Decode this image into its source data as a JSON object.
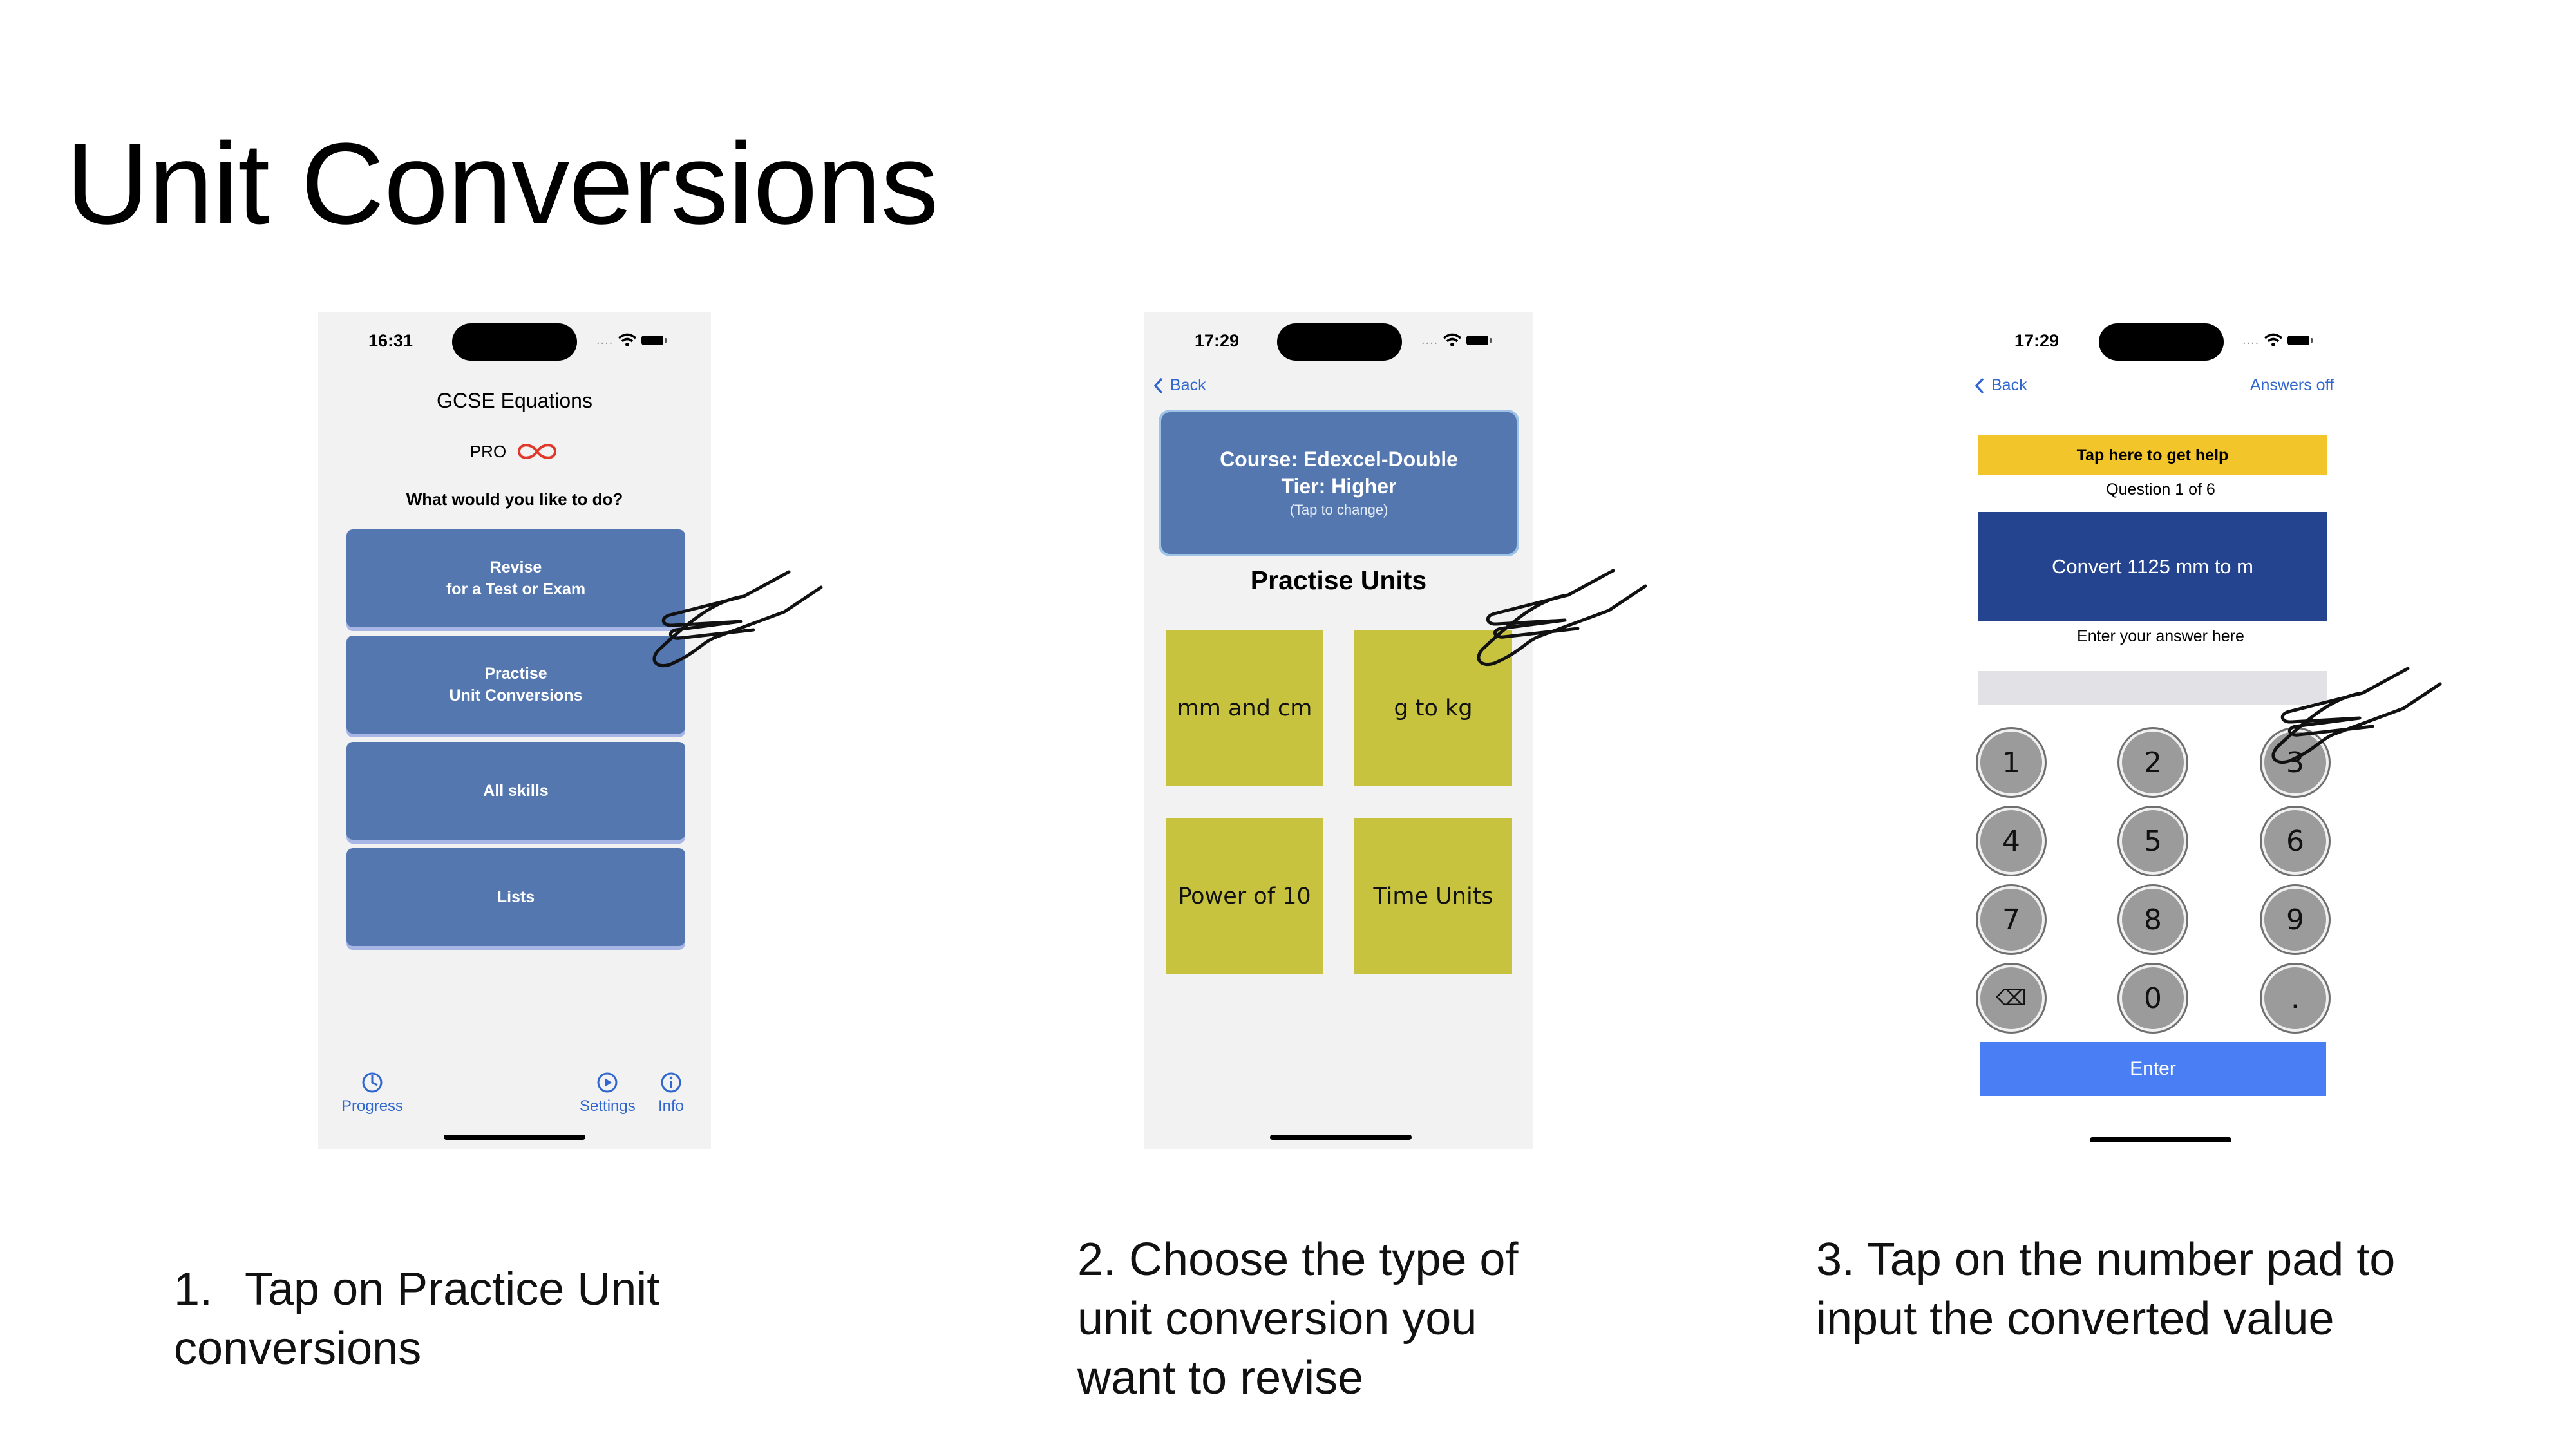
{
  "slide": {
    "title": "Unit Conversions"
  },
  "phone1": {
    "time": "16:31",
    "app_title": "GCSE Equations",
    "pro_label": "PRO",
    "question": "What would you like to do?",
    "menu": [
      {
        "line1": "Revise",
        "line2": "for a Test or Exam"
      },
      {
        "line1": "Practise",
        "line2": "Unit Conversions"
      },
      {
        "line1": "All skills",
        "line2": ""
      },
      {
        "line1": "Lists",
        "line2": ""
      }
    ],
    "tabs": {
      "progress": "Progress",
      "settings": "Settings",
      "info": "Info"
    }
  },
  "phone2": {
    "time": "17:29",
    "back": "Back",
    "course_line": "Course: Edexcel-Double",
    "tier_line": "Tier: Higher",
    "tap_hint": "(Tap to change)",
    "section_title": "Practise Units",
    "tiles": [
      "mm and cm",
      "g to kg",
      "Power of 10",
      "Time Units"
    ]
  },
  "phone3": {
    "time": "17:29",
    "back": "Back",
    "answers_toggle": "Answers off",
    "help": "Tap here to get help",
    "question_label": "Question 1 of 6",
    "question": "Convert 1125 mm to m",
    "enter_prompt": "Enter your answer here",
    "keys": [
      "1",
      "2",
      "3",
      "4",
      "5",
      "6",
      "7",
      "8",
      "9",
      "⌫",
      "0",
      "."
    ],
    "enter": "Enter"
  },
  "captions": {
    "step1": {
      "num": "1.",
      "line1": "Tap  on Practice Unit",
      "line2": "conversions"
    },
    "step2": {
      "line1": "2. Choose the type of",
      "line2": "unit conversion you",
      "line3": "want to revise"
    },
    "step3": {
      "line1": "3. Tap on the number pad to",
      "line2": "input the converted value"
    }
  },
  "colors": {
    "menu_blue": "#5477b0",
    "tile_yellow": "#c7c33e",
    "help_yellow": "#f2c52a",
    "question_navy": "#25448f",
    "enter_blue": "#4a7ef5",
    "link_blue": "#2f66cf",
    "infinity_red": "#e0392b"
  }
}
